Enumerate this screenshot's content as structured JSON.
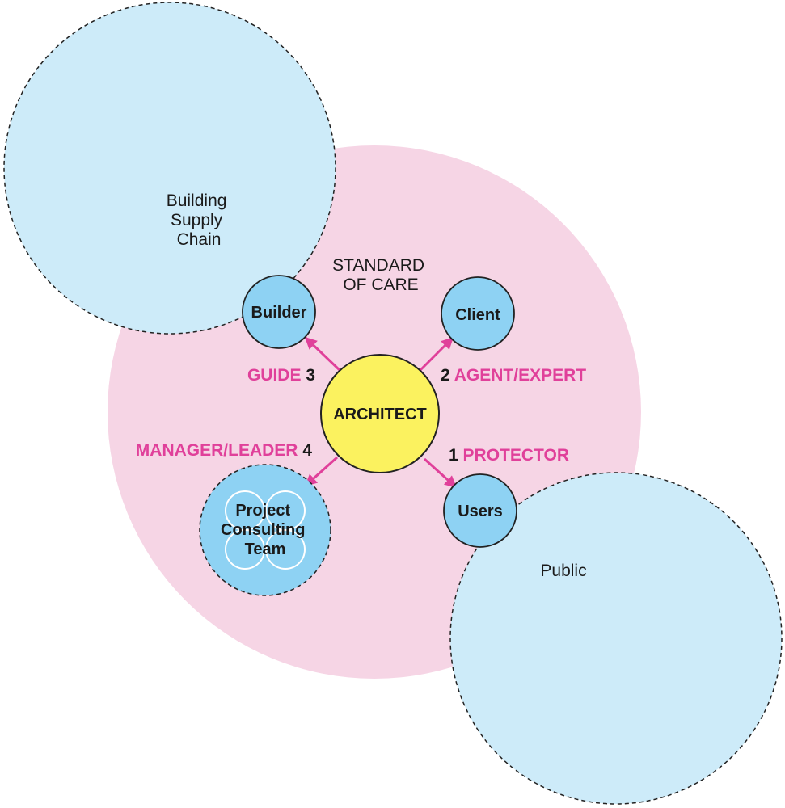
{
  "colors": {
    "standard_of_care": "#f6d5e5",
    "outer_domain": "#cdebf9",
    "role_node": "#8ed2f3",
    "architect": "#fbf25f",
    "role_label": "#e0409a",
    "outline": "#222222",
    "text": "#1a1a1a",
    "team_ring": "#ffffff"
  },
  "icons": {
    "arrow": "arrow-head-icon",
    "team": "overlapping-circles-icon"
  },
  "labels": {
    "supply_chain": [
      "Building",
      "Supply",
      "Chain"
    ],
    "public": "Public",
    "standard_of_care": [
      "STANDARD",
      "OF CARE"
    ]
  },
  "nodes": {
    "architect": "ARCHITECT",
    "builder": "Builder",
    "client": "Client",
    "users": "Users",
    "team": [
      "Project",
      "Consulting",
      "Team"
    ]
  },
  "relationships": [
    {
      "number": "1",
      "role": "PROTECTOR",
      "target": "users"
    },
    {
      "number": "2",
      "role": "AGENT/EXPERT",
      "target": "client"
    },
    {
      "number": "3",
      "role": "GUIDE",
      "target": "builder"
    },
    {
      "number": "4",
      "role": "MANAGER/LEADER",
      "target": "team"
    }
  ]
}
